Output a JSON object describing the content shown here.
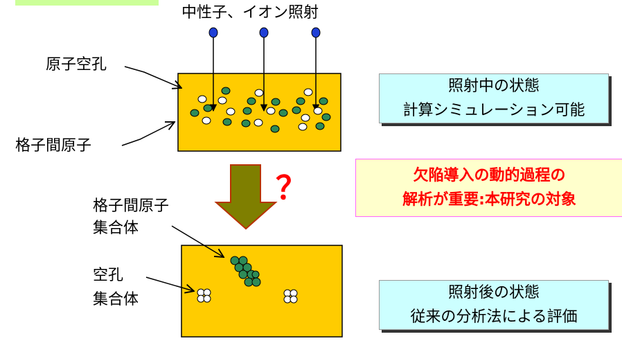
{
  "labels": {
    "irradiation": "中性子、イオン照射",
    "vacancy": "原子空孔",
    "interstitial": "格子間原子",
    "interstitial_cluster_line1": "格子間原子",
    "interstitial_cluster_line2": "集合体",
    "vacancy_cluster_line1": "空孔",
    "vacancy_cluster_line2": "集合体",
    "question_mark": "？"
  },
  "boxes": {
    "during": {
      "line1": "照射中の状態",
      "line2": "計算シミュレーション可能"
    },
    "importance": {
      "line1": "欠陥導入の動的過程の",
      "line2": "解析が重要:本研究の対象"
    },
    "after": {
      "line1": "照射後の状態",
      "line2": "従来の分析法による評価"
    }
  },
  "colors": {
    "sample_fill": "#ffcc00",
    "interstitial_atom": "#2e8b57",
    "vacancy": "#ffffff",
    "incident_particle": "#1f3fd6",
    "process_arrow": "#7f7f00",
    "process_arrow_outline": "#b83300",
    "question": "#ff0000",
    "box_cyan": "#ccffff",
    "box_yellow": "#ffffcc",
    "box_pink_border": "#ff66ff",
    "tab_green": "#ccff99"
  }
}
